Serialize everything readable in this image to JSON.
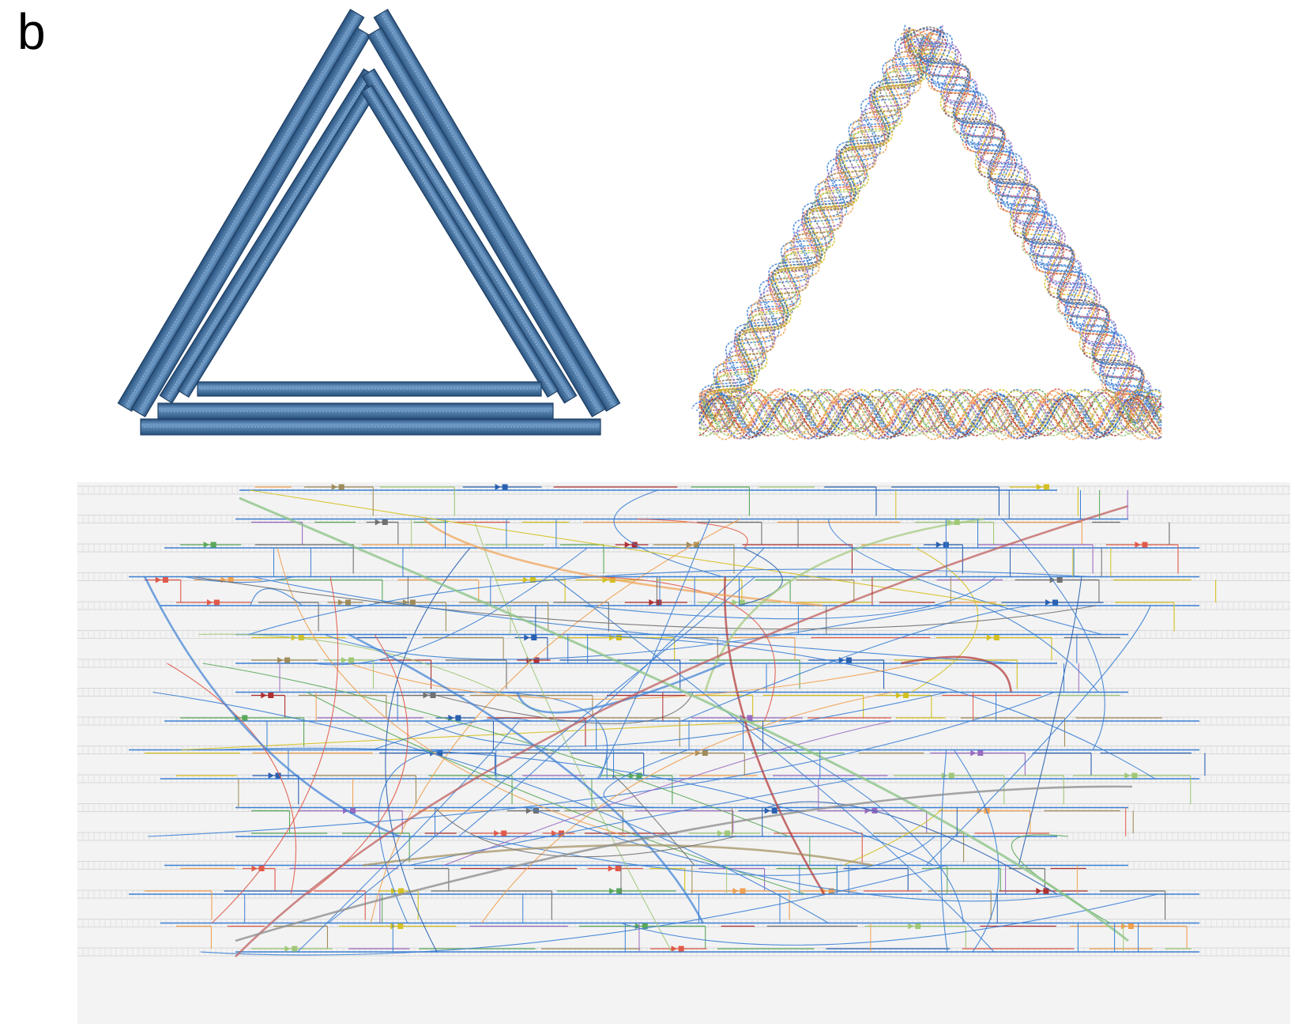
{
  "figure": {
    "panel_label": "b"
  },
  "colors": {
    "helix_blue": "#3f73a8",
    "helix_dark": "#27507c",
    "helix_light": "#6f9bc8",
    "scaffold_blue": "#3b7fd4",
    "grid_background": "#f3f3f3",
    "grid_line": "#d0d0d0",
    "staple_palette": [
      "#e05a4a",
      "#5aa85a",
      "#f0a050",
      "#9a6cc0",
      "#a08c5a",
      "#d4c020",
      "#b03030",
      "#707070",
      "#2a60b0",
      "#a0c878"
    ]
  },
  "views": {
    "cylinder_model": {
      "shape": "triangle",
      "bundle_helices_per_edge": 3,
      "icon": "cylinder-triangle-model"
    },
    "atomic_model": {
      "shape": "triangle",
      "icon": "atomic-strand-triangle-model"
    },
    "routing_diagram": {
      "helix_rows": 17,
      "icon": "strand-routing-diagram"
    }
  }
}
